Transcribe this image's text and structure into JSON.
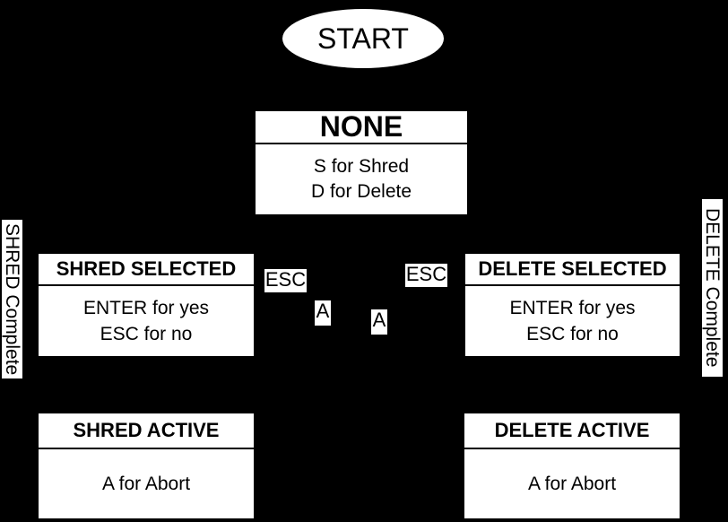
{
  "diagram": {
    "background_color": "#000000",
    "node_fill_color": "#ffffff",
    "text_color": "#000000"
  },
  "start": {
    "label": "START"
  },
  "nodes": {
    "none": {
      "title": "NONE",
      "line1": "S for Shred",
      "line2": "D for Delete"
    },
    "shred_selected": {
      "title": "SHRED SELECTED",
      "line1": "ENTER for yes",
      "line2": "ESC for no"
    },
    "delete_selected": {
      "title": "DELETE SELECTED",
      "line1": "ENTER for yes",
      "line2": "ESC for no"
    },
    "shred_active": {
      "title": "SHRED ACTIVE",
      "line1": "A for Abort"
    },
    "delete_active": {
      "title": "DELETE ACTIVE",
      "line1": "A for Abort"
    }
  },
  "edge_labels": {
    "esc_left": "ESC",
    "a_left": "A",
    "a_right": "A",
    "esc_right": "ESC"
  },
  "side_labels": {
    "left": "SHRED Complete",
    "right": "DELETE Complete"
  }
}
